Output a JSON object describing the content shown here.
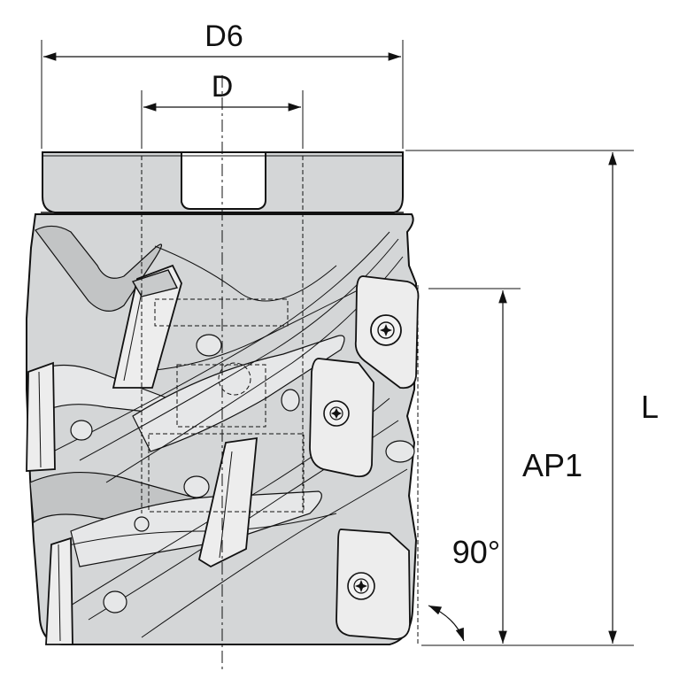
{
  "labels": {
    "d6": "D6",
    "d": "D",
    "l": "L",
    "ap1": "AP1",
    "angle": "90°"
  },
  "colors": {
    "body": "#d4d6d7",
    "insert": "#ededed",
    "line": "#111111"
  }
}
